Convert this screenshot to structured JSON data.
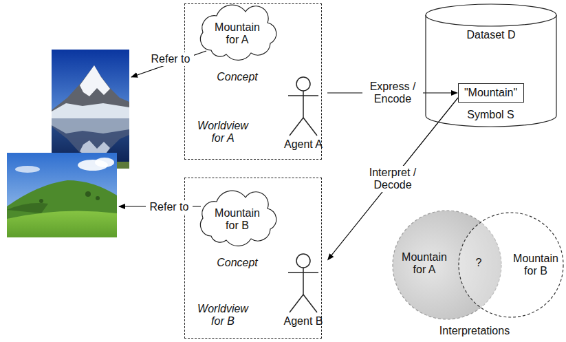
{
  "diagram": {
    "nodes": [
      {
        "text": [
          "Worldview for A"
        ]
      },
      {
        "text": [
          "Mountain for A",
          "Concept"
        ],
        "in": 0
      },
      {
        "text": [
          "Agent A"
        ],
        "in": 0
      },
      {
        "text": [
          "Worldview for B"
        ]
      },
      {
        "text": [
          "Mountain for B",
          "Concept"
        ],
        "in": 3
      },
      {
        "text": [
          "Agent B"
        ],
        "in": 3
      },
      {
        "text": [
          "Dataset D"
        ]
      },
      {
        "text": [
          "\"Mountain\"",
          "Symbol S"
        ],
        "in": 6
      },
      {
        "text": [
          "Mountain for A"
        ]
      },
      {
        "text": [
          "Mountain for B"
        ]
      }
    ],
    "edges": [
      {
        "from": 2,
        "to": 7,
        "arrow": "to",
        "label": "Express / Encode"
      },
      {
        "from": 7,
        "to": 5,
        "arrow": "to",
        "label": "Interpret / Decode"
      }
    ],
    "labels": [
      "Refer to",
      "Refer to",
      "?",
      "Interpretations"
    ]
  }
}
